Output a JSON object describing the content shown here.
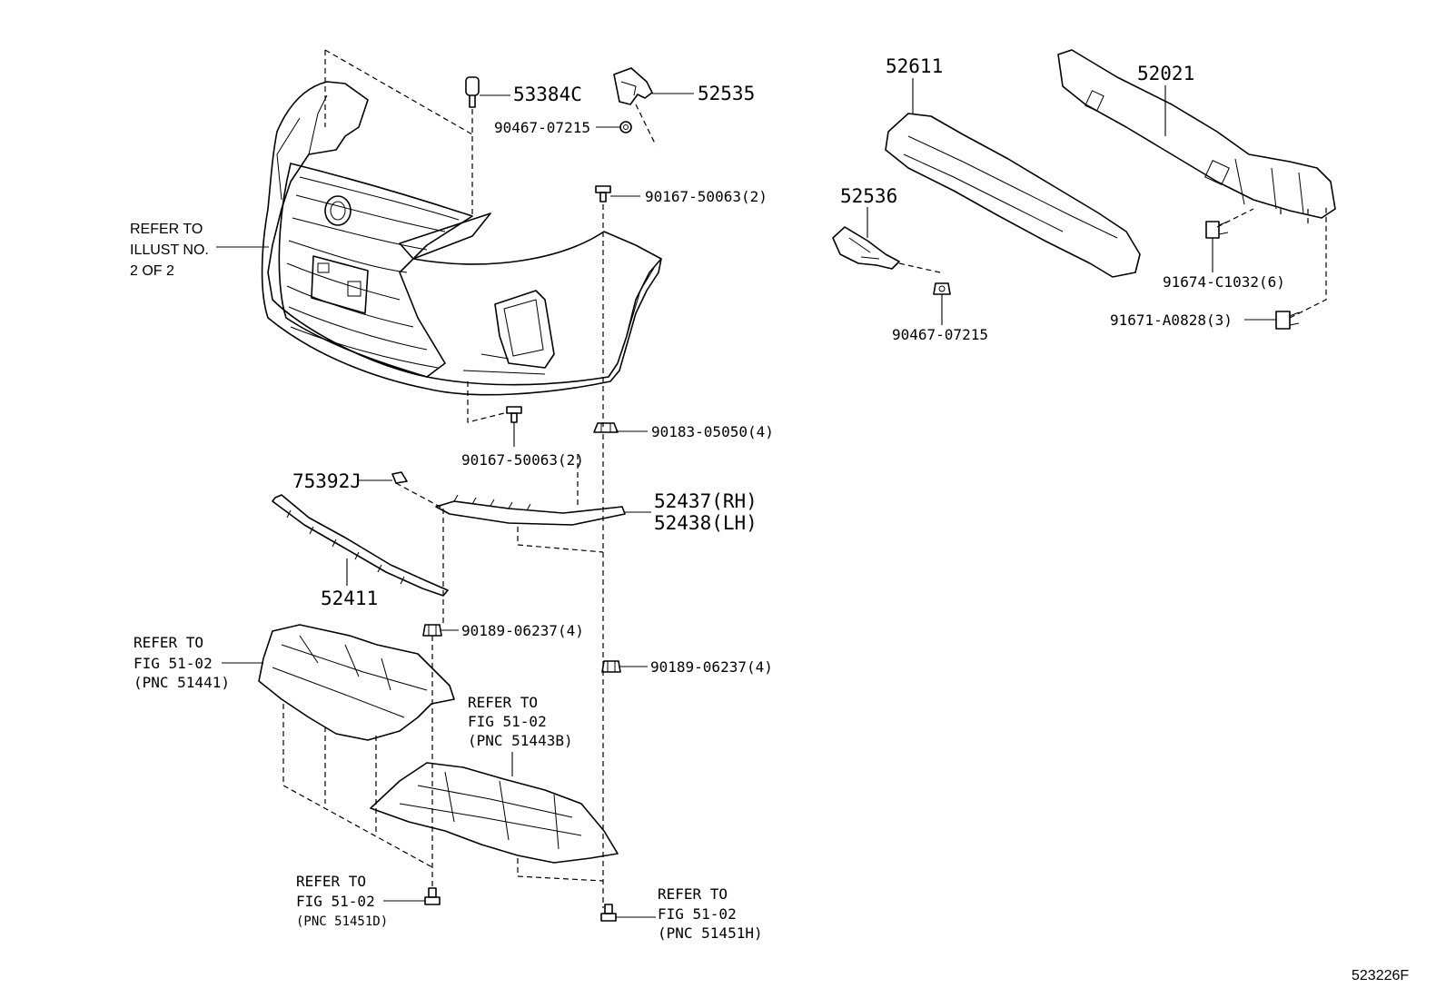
{
  "diagram_id": "523226F",
  "labels": {
    "p53384c": "53384C",
    "p52535": "52535",
    "p90467_top": "90467-07215",
    "p90167_top": "90167-50063(2)",
    "refer_illust_1": "REFER TO",
    "refer_illust_2": "ILLUST NO.",
    "refer_illust_3": "2 OF 2",
    "p90167_bottom": "90167-50063(2)",
    "p90183": "90183-05050(4)",
    "p75392j": "75392J",
    "p52437": "52437(RH)",
    "p52438": "52438(LH)",
    "p52411": "52411",
    "p90189_left": "90189-06237(4)",
    "p90189_right": "90189-06237(4)",
    "ref51441_1": "REFER TO",
    "ref51441_2": "FIG 51-02",
    "ref51441_3": "(PNC 51441)",
    "ref51443b_1": "REFER TO",
    "ref51443b_2": "FIG 51-02",
    "ref51443b_3": "(PNC 51443B)",
    "ref51451d_1": "REFER TO",
    "ref51451d_2": "FIG 51-02",
    "ref51451d_3": "(PNC 51451D)",
    "ref51451h_1": "REFER TO",
    "ref51451h_2": "FIG 51-02",
    "ref51451h_3": "(PNC 51451H)",
    "p52611": "52611",
    "p52021": "52021",
    "p52536": "52536",
    "p90467_right": "90467-07215",
    "p91674": "91674-C1032(6)",
    "p91671": "91671-A0828(3)"
  }
}
